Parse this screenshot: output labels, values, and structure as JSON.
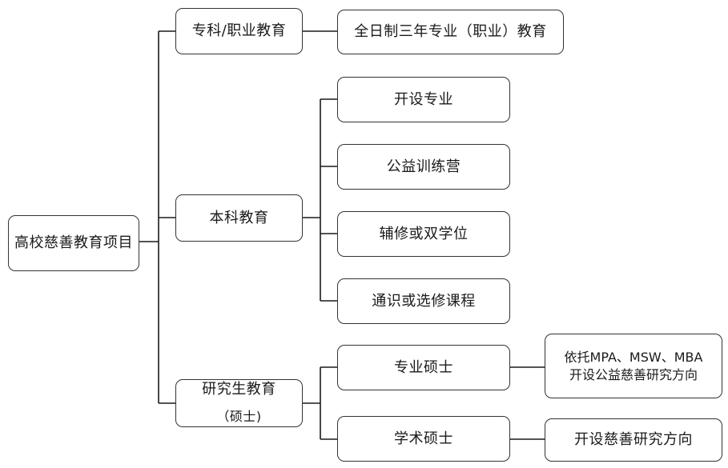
{
  "diagram": {
    "root": {
      "label": "高校慈善教育项目"
    },
    "branches": [
      {
        "label": "专科/职业教育",
        "children": [
          {
            "label": "全日制三年专业（职业）教育"
          }
        ]
      },
      {
        "label": "本科教育",
        "children": [
          {
            "label": "开设专业"
          },
          {
            "label": "公益训练营"
          },
          {
            "label": "辅修或双学位"
          },
          {
            "label": "通识或选修课程"
          }
        ]
      },
      {
        "label": "研究生教育",
        "sublabel": "（硕士)",
        "children": [
          {
            "label": "专业硕士",
            "children": [
              {
                "line1": "依托MPA、MSW、MBA",
                "line2": "开设公益慈善研究方向"
              }
            ]
          },
          {
            "label": "学术硕士",
            "children": [
              {
                "label": "开设慈善研究方向"
              }
            ]
          }
        ]
      }
    ],
    "colors": {
      "line": "#1a1a1a",
      "border": "#333333",
      "background": "#ffffff"
    }
  }
}
